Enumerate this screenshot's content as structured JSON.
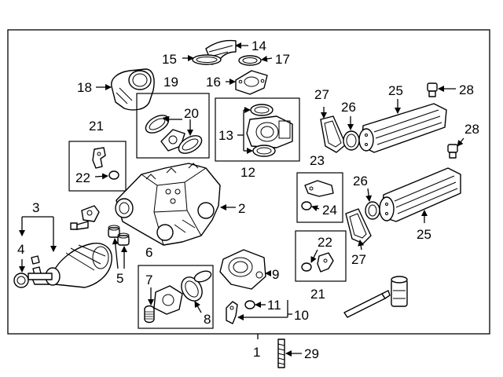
{
  "callouts": {
    "c1": "1",
    "c2": "2",
    "c3": "3",
    "c4": "4",
    "c5": "5",
    "c6": "6",
    "c7": "7",
    "c8": "8",
    "c9": "9",
    "c10": "10",
    "c11": "11",
    "c12": "12",
    "c13": "13",
    "c14": "14",
    "c15": "15",
    "c16": "16",
    "c17": "17",
    "c18": "18",
    "c19": "19",
    "c20": "20",
    "c21a": "21",
    "c21b": "21",
    "c22a": "22",
    "c22b": "22",
    "c23": "23",
    "c24": "24",
    "c25a": "25",
    "c25b": "25",
    "c26a": "26",
    "c26b": "26",
    "c27a": "27",
    "c27b": "27",
    "c28a": "28",
    "c28b": "28",
    "c29": "29"
  }
}
